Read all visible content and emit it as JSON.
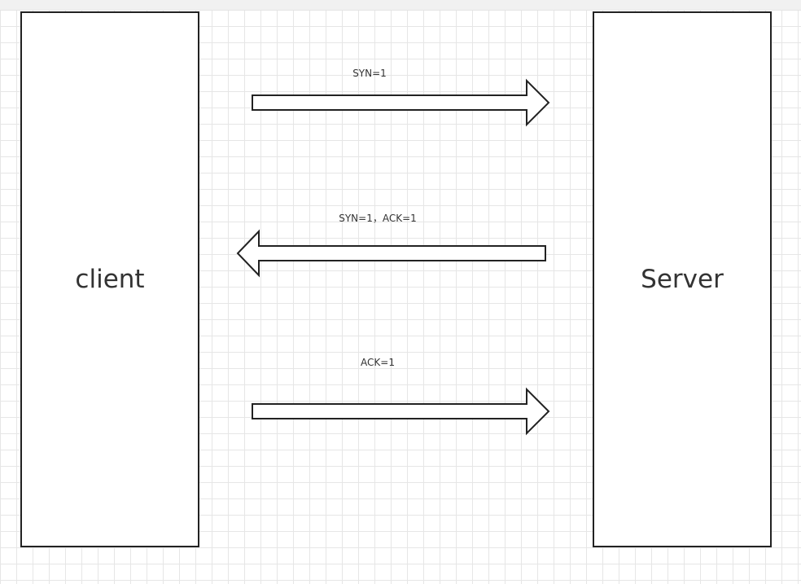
{
  "diagram": {
    "nodes": {
      "client": "client",
      "server": "Server"
    },
    "messages": [
      {
        "label": "SYN=1",
        "direction": "client-to-server"
      },
      {
        "label": "SYN=1，ACK=1",
        "direction": "server-to-client"
      },
      {
        "label": "ACK=1",
        "direction": "client-to-server"
      }
    ],
    "colors": {
      "stroke": "#222222",
      "text": "#333333",
      "grid": "#e6e6e6",
      "background": "#ffffff"
    }
  }
}
